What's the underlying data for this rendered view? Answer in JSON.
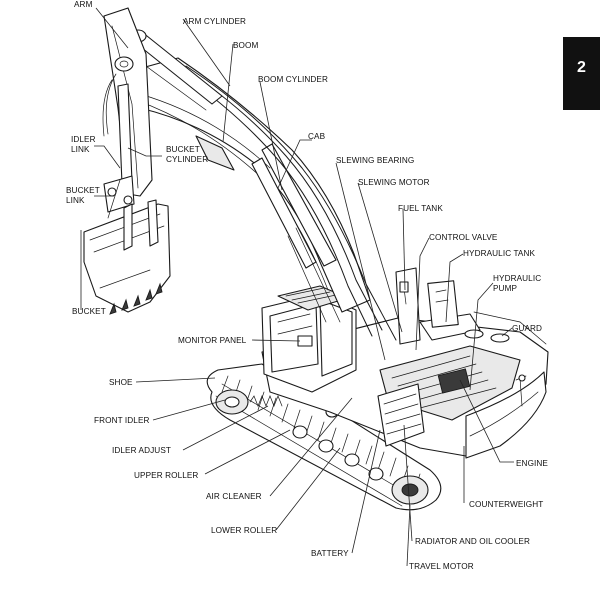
{
  "page_badge": "2",
  "labels": {
    "arm": "ARM",
    "arm_cylinder": "ARM CYLINDER",
    "boom": "BOOM",
    "boom_cylinder": "BOOM CYLINDER",
    "cab": "CAB",
    "idler_link_1": "IDLER",
    "idler_link_2": "LINK",
    "bucket_cylinder_1": "BUCKET",
    "bucket_cylinder_2": "CYLINDER",
    "slewing_bearing": "SLEWING BEARING",
    "slewing_motor": "SLEWING MOTOR",
    "bucket_link_1": "BUCKET",
    "bucket_link_2": "LINK",
    "fuel_tank": "FUEL TANK",
    "control_valve": "CONTROL VALVE",
    "hydraulic_tank": "HYDRAULIC TANK",
    "hydraulic_pump_1": "HYDRAULIC",
    "hydraulic_pump_2": "PUMP",
    "bucket": "BUCKET",
    "guard": "GUARD",
    "monitor_panel": "MONITOR PANEL",
    "shoe": "SHOE",
    "front_idler": "FRONT IDLER",
    "idler_adjust": "IDLER ADJUST",
    "engine": "ENGINE",
    "upper_roller": "UPPER ROLLER",
    "air_cleaner": "AIR CLEANER",
    "counterweight": "COUNTERWEIGHT",
    "lower_roller": "LOWER ROLLER",
    "radiator_and_oil_cooler": "RADIATOR AND OIL COOLER",
    "battery": "BATTERY",
    "travel_motor": "TRAVEL MOTOR"
  }
}
